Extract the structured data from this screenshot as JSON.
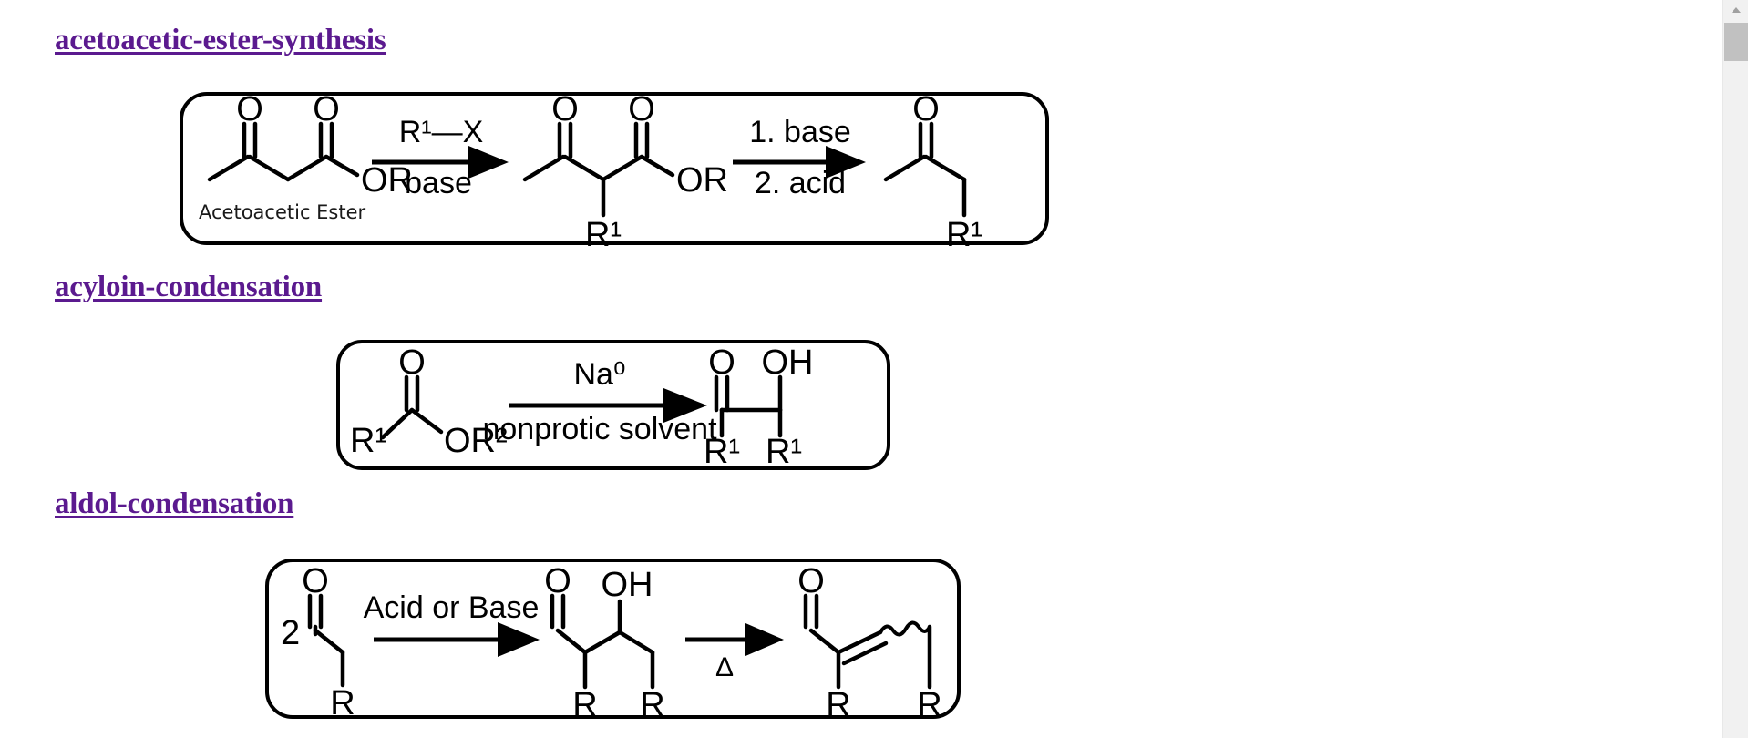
{
  "page": {
    "background": "#ffffff",
    "link_color": "#5b1a8f",
    "structure_color": "#000000"
  },
  "sections": [
    {
      "id": "acetoacetic-ester-synthesis",
      "heading": "acetoacetic-ester-synthesis",
      "scheme": {
        "name": "acetoacetic-ester-synthesis-scheme",
        "caption": "Acetoacetic Ester",
        "reactants": [
          {
            "label": "Acetoacetic Ester",
            "atoms": [
              "O",
              "O",
              "OR"
            ]
          }
        ],
        "arrows": [
          {
            "above": "R¹—X",
            "below": "base"
          },
          {
            "above": "1. base",
            "below": "2. acid"
          }
        ],
        "intermediate_atoms": [
          "O",
          "O",
          "OR",
          "R¹"
        ],
        "product_atoms": [
          "O",
          "R¹"
        ]
      }
    },
    {
      "id": "acyloin-condensation",
      "heading": "acyloin-condensation",
      "scheme": {
        "name": "acyloin-condensation-scheme",
        "caption": "",
        "reactants": [
          {
            "label": "",
            "atoms": [
              "O",
              "R¹",
              "OR²"
            ]
          }
        ],
        "arrows": [
          {
            "above": "Na⁰",
            "below": "nonprotic solvent"
          }
        ],
        "product_atoms": [
          "O",
          "OH",
          "R¹",
          "R¹"
        ]
      }
    },
    {
      "id": "aldol-condensation",
      "heading": "aldol-condensation",
      "scheme": {
        "name": "aldol-condensation-scheme",
        "caption": "",
        "stoichiometry": "2",
        "reactants": [
          {
            "label": "",
            "atoms": [
              "O",
              "R"
            ]
          }
        ],
        "arrows": [
          {
            "above": "Acid or Base",
            "below": ""
          },
          {
            "above": "",
            "below": "Δ"
          }
        ],
        "intermediate_atoms": [
          "O",
          "OH",
          "R",
          "R"
        ],
        "product_atoms": [
          "O",
          "R",
          "R"
        ]
      }
    }
  ],
  "labels": {
    "acetoacetic_ester": "Acetoacetic Ester",
    "O": "O",
    "OR": "OR",
    "OR2": "OR²",
    "OH": "OH",
    "R": "R",
    "R1": "R¹",
    "R1_X": "R¹—X",
    "base": "base",
    "step1_base": "1. base",
    "step2_acid": "2. acid",
    "Na0": "Na⁰",
    "nonprotic_solvent": "nonprotic solvent",
    "acid_or_base": "Acid or Base",
    "delta": "Δ",
    "two": "2"
  },
  "scrollbar": {
    "up_arrow": "scroll-up",
    "thumb_position_pct": 3
  }
}
